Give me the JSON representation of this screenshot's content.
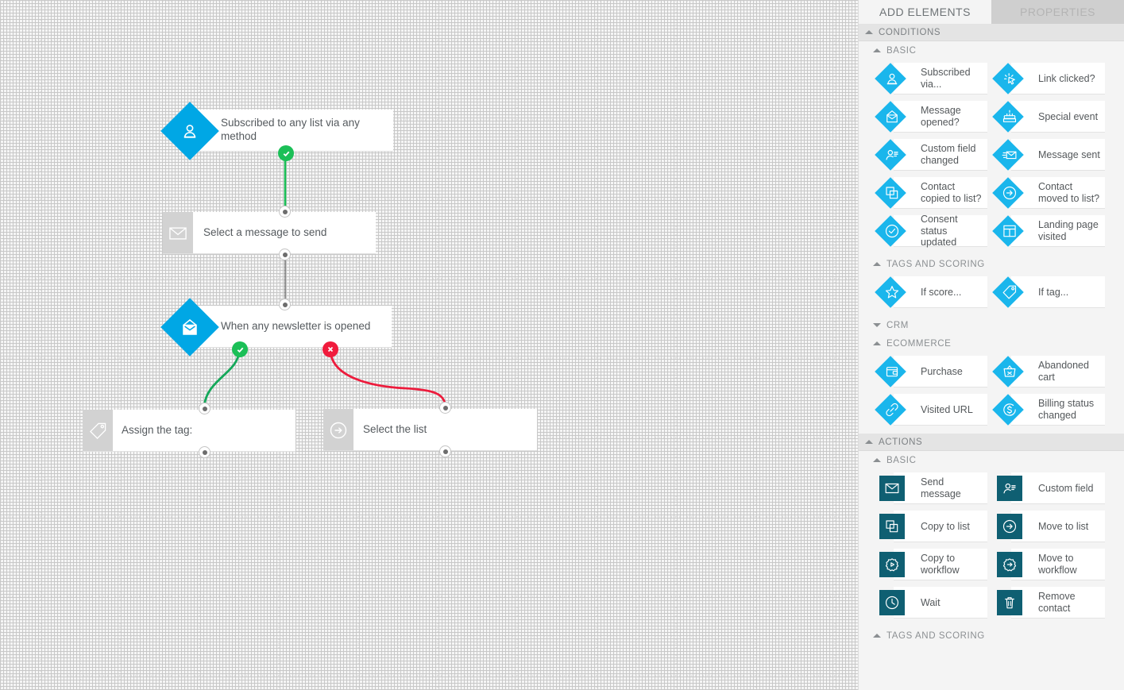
{
  "canvas": {
    "name": "workflow-canvas",
    "nodes": [
      {
        "id": "n1",
        "type": "condition",
        "icon": "person-icon",
        "label": "Subscribed to any list via any method"
      },
      {
        "id": "n2",
        "type": "action",
        "icon": "envelope-icon",
        "label": "Select a message to send"
      },
      {
        "id": "n3",
        "type": "condition",
        "icon": "open-envelope-icon",
        "label": "When any newsletter is opened"
      },
      {
        "id": "n4",
        "type": "action",
        "icon": "tag-icon",
        "label": "Assign the tag:"
      },
      {
        "id": "n5",
        "type": "action",
        "icon": "arrow-in-circle-icon",
        "label": "Select the list"
      }
    ],
    "badges": {
      "yes": "✔",
      "no": "✖"
    },
    "colors": {
      "yes": "#1bbf57",
      "no": "#f01b3c",
      "condition": "#00a7e5",
      "action_block": "#d2d2d2"
    }
  },
  "sidebar": {
    "tabs": [
      {
        "label": "ADD ELEMENTS",
        "active": true
      },
      {
        "label": "PROPERTIES",
        "active": false
      }
    ],
    "sections": [
      {
        "title": "CONDITIONS",
        "expanded": true,
        "groups": [
          {
            "title": "BASIC",
            "expanded": true,
            "items": [
              {
                "label": "Subscribed via...",
                "icon": "person-icon"
              },
              {
                "label": "Link clicked?",
                "icon": "cursor-click-icon"
              },
              {
                "label": "Message opened?",
                "icon": "open-envelope-icon"
              },
              {
                "label": "Special event",
                "icon": "cake-icon"
              },
              {
                "label": "Custom field changed",
                "icon": "person-field-icon"
              },
              {
                "label": "Message sent",
                "icon": "envelope-send-icon"
              },
              {
                "label": "Contact copied to list?",
                "icon": "copy-icon"
              },
              {
                "label": "Contact moved to list?",
                "icon": "arrow-in-circle-icon"
              },
              {
                "label": "Consent status updated",
                "icon": "check-circle-icon"
              },
              {
                "label": "Landing page visited",
                "icon": "layout-icon"
              }
            ]
          },
          {
            "title": "TAGS AND SCORING",
            "expanded": true,
            "items": [
              {
                "label": "If score...",
                "icon": "star-icon"
              },
              {
                "label": "If tag...",
                "icon": "tag-icon"
              }
            ]
          },
          {
            "title": "CRM",
            "expanded": false,
            "items": []
          },
          {
            "title": "ECOMMERCE",
            "expanded": true,
            "items": [
              {
                "label": "Purchase",
                "icon": "wallet-icon"
              },
              {
                "label": "Abandoned cart",
                "icon": "basket-icon"
              },
              {
                "label": "Visited URL",
                "icon": "link-icon"
              },
              {
                "label": "Billing status changed",
                "icon": "dollar-circle-icon"
              }
            ]
          }
        ]
      },
      {
        "title": "ACTIONS",
        "expanded": true,
        "groups": [
          {
            "title": "BASIC",
            "expanded": true,
            "items": [
              {
                "label": "Send message",
                "icon": "envelope-icon"
              },
              {
                "label": "Custom field",
                "icon": "person-field-icon"
              },
              {
                "label": "Copy to list",
                "icon": "copy-icon"
              },
              {
                "label": "Move to list",
                "icon": "arrow-in-circle-icon"
              },
              {
                "label": "Copy to workflow",
                "icon": "gear-play-icon"
              },
              {
                "label": "Move to workflow",
                "icon": "gear-arrow-icon"
              },
              {
                "label": "Wait",
                "icon": "clock-icon"
              },
              {
                "label": "Remove contact",
                "icon": "trash-icon"
              }
            ]
          },
          {
            "title": "TAGS AND SCORING",
            "expanded": true,
            "items": []
          }
        ]
      }
    ],
    "colors": {
      "condition_diamond": "#1ab6ec",
      "action_square": "#0f5f72"
    }
  }
}
